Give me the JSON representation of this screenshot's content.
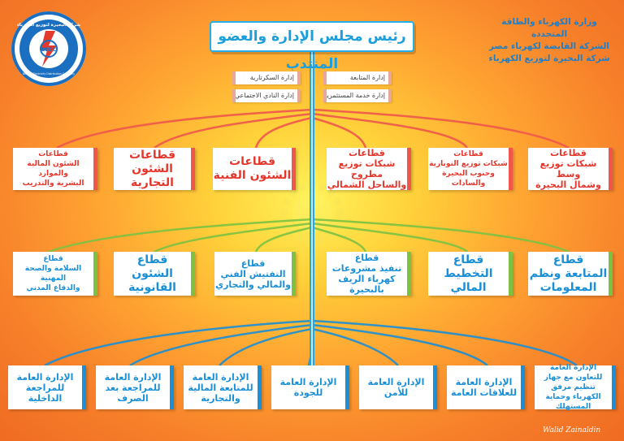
{
  "title": "رئيس مجلس الإدارة والعضو المنتدب",
  "ministry": {
    "line1": "وزارة الكهرباء والطاقة المتجددة",
    "line2": "الشركة القابضة لكهرباء مصر",
    "line3": "شركة البحيرة لتوزيع الكهرباء"
  },
  "admin_units": [
    "إدارة السكرتارية",
    "إدارة المتابعة",
    "إدارة النادي الاجتماعي والرياضي",
    "إدارة خدمة المستثمرين"
  ],
  "row1": [
    [
      "قطاعات",
      "الشئون المالية والموارد",
      "البشرية والتدريب"
    ],
    [
      "قطاعات",
      "الشئون التجارية"
    ],
    [
      "قطاعات",
      "الشئون الفنية"
    ],
    [
      "قطاعات",
      "شبكات توزيع مطروح",
      "والساحل الشمالي"
    ],
    [
      "قطاعات",
      "شبكات توزيع النوبارية",
      "وجنوب البحيرة والسادات"
    ],
    [
      "قطاعات",
      "شبكات توزيع وسط",
      "وشمال البحيرة"
    ]
  ],
  "row2": [
    [
      "قطاع",
      "السلامة والصحة المهنية",
      "والدفاع المدني"
    ],
    [
      "قطاع",
      "الشئون القانونية"
    ],
    [
      "قطاع",
      "التفتيش الفني",
      "والمالي والتجاري"
    ],
    [
      "قطاع",
      "تنفيذ مشروعات",
      "كهرباء الريف بالبحيرة"
    ],
    [
      "قطاع",
      "التخطيط المالي"
    ],
    [
      "قطاع",
      "المتابعة ونظم",
      "المعلومات"
    ]
  ],
  "row3": [
    [
      "الإدارة العامة",
      "للمراجعة الداخلية"
    ],
    [
      "الإدارة العامة",
      "للمراجعة بعد",
      "الصرف"
    ],
    [
      "الإدارة العامة",
      "للمتابعة المالية",
      "والتجارية"
    ],
    [
      "الإدارة العامة",
      "للجودة"
    ],
    [
      "الإدارة العامة",
      "للأمن"
    ],
    [
      "الإدارة العامة",
      "للعلاقات العامة"
    ],
    [
      "الإدارة العامة",
      "للتعاون مع جهاز تنظيم مرفق",
      "الكهرباء وحماية المستهلك"
    ]
  ],
  "logo": {
    "arc_text": "شركة البحيرة لتوزيع الكهرباء",
    "abbr": "BEDC",
    "bottom_text": "Behera Electricity Distribution Company"
  },
  "signature": "Walid Zainaldin",
  "colors": {
    "title_blue": "#1b9fdc",
    "red_accent": "#f0564c",
    "green_accent": "#7cc242",
    "blue_accent": "#1a8fd6"
  }
}
